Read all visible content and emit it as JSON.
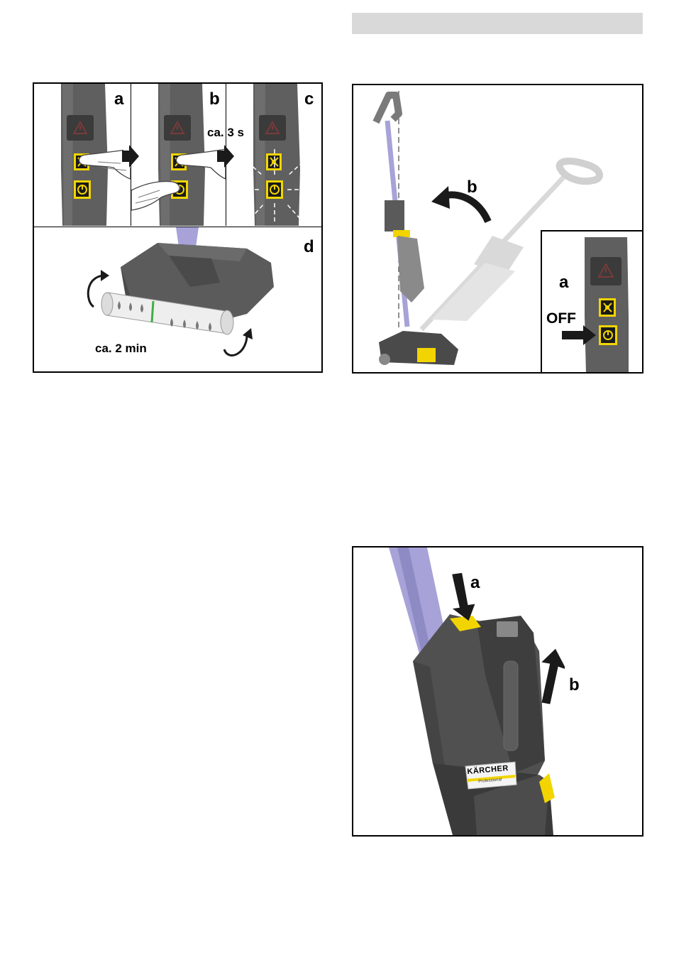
{
  "header_bar": {
    "color": "#d9d9d9"
  },
  "figure_1": {
    "labels": {
      "a": "a",
      "b": "b",
      "c": "c",
      "d": "d"
    },
    "hold_time": "ca. 3 s",
    "run_time": "ca. 2 min"
  },
  "figure_2": {
    "labels": {
      "a": "a",
      "b": "b"
    },
    "off_label": "OFF"
  },
  "figure_3": {
    "labels": {
      "a": "a",
      "b": "b"
    },
    "brand": "KÄRCHER",
    "brand_sub": "Professional"
  },
  "colors": {
    "accent_yellow": "#f2d500",
    "handle_purple": "#a7a3d8",
    "body_gray": "#5a5a5a",
    "dark_gray": "#3e3e3e"
  },
  "icons": [
    "warning-icon",
    "fan-icon",
    "power-icon",
    "rotation-arrow-icon",
    "arrow-icon"
  ]
}
